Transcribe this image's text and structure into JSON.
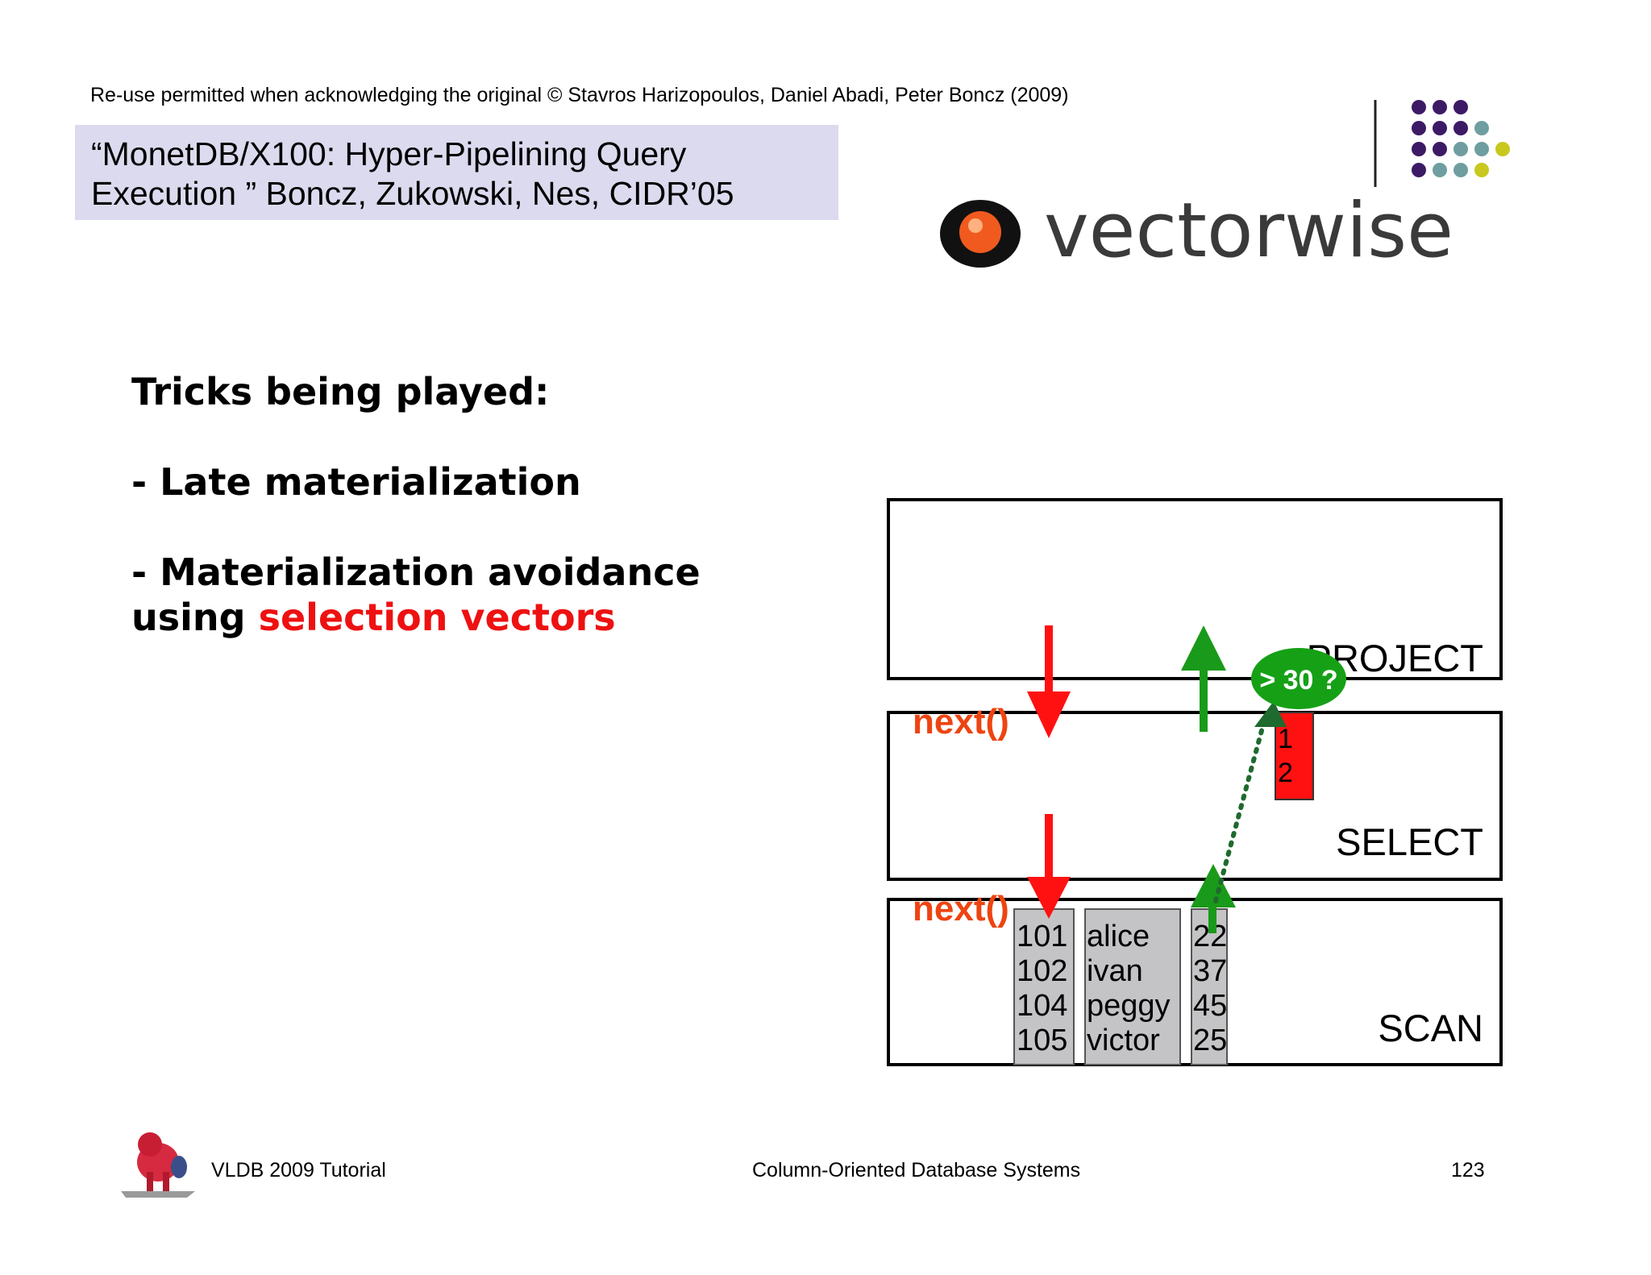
{
  "header": {
    "copyright": "Re-use permitted when acknowledging the original © Stavros Harizopoulos, Daniel Abadi, Peter Boncz (2009)",
    "citation_line1": "“MonetDB/X100: Hyper-Pipelining Query",
    "citation_line2": "Execution ” Boncz, Zukowski, Nes, CIDR’05"
  },
  "logo": {
    "brand": "vectorwise",
    "dot_colors": [
      "#3d1a66",
      "#6e9ea0",
      "#c8c81e"
    ]
  },
  "body": {
    "heading": "Tricks being played:",
    "item1": "- Late materialization",
    "item2_line1": "- Materialization avoidance",
    "item2_line2_prefix": "using ",
    "item2_line2_highlight": "selection vectors"
  },
  "diagram": {
    "operators": [
      "PROJECT",
      "SELECT",
      "SCAN"
    ],
    "next_label": "next()",
    "predicate": "> 30 ?",
    "selection_vector": [
      "1",
      "2"
    ],
    "scan_columns": {
      "ids": [
        "101",
        "102",
        "104",
        "105"
      ],
      "names": [
        "alice",
        "ivan",
        "peggy",
        "victor"
      ],
      "ages": [
        "22",
        "37",
        "45",
        "25"
      ]
    },
    "colors": {
      "next_arrow": "#ff1111",
      "return_arrow": "#1a9a1a",
      "predicate_fill": "#16a016",
      "selection_fill": "#ff1111",
      "column_fill": "#c4c3c6"
    }
  },
  "footer": {
    "left": "VLDB 2009 Tutorial",
    "center": "Column-Oriented Database Systems",
    "page": "123"
  }
}
